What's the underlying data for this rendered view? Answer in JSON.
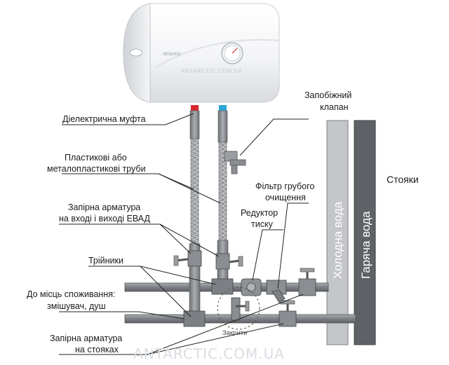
{
  "boiler": {
    "brand": "atlantic",
    "watermark": "ANTARCTIC.COM.UA"
  },
  "labels": {
    "dielectric": "Діелектрична муфта",
    "pipes_line1": "Пластикові або",
    "pipes_line2": "металопластикові труби",
    "valves_line1": "Запірна арматура",
    "valves_line2": "на вході і виході ЕВАД",
    "tees": "Трійники",
    "consumers_line1": "До місць споживання:",
    "consumers_line2": "змішувач, душ",
    "riser_valves_line1": "Запірна арматура",
    "riser_valves_line2": "на стояках",
    "safety_line1": "Запобіжний",
    "safety_line2": "клапан",
    "filter_line1": "Фільтр грубого",
    "filter_line2": "очищення",
    "reducer_line1": "Редуктор",
    "reducer_line2": "тиску",
    "risers": "Стояки",
    "cold": "Холодна вода",
    "hot": "Гаряча вода",
    "closed": "Закрити"
  },
  "watermark": "ANTARCTIC.COM.UA",
  "colors": {
    "cold_riser": "#c4c6c9",
    "hot_riser": "#5e6166",
    "pipe": "#8a8d91",
    "hot_marker": "#d9262c",
    "cold_marker": "#2aa7d8"
  }
}
